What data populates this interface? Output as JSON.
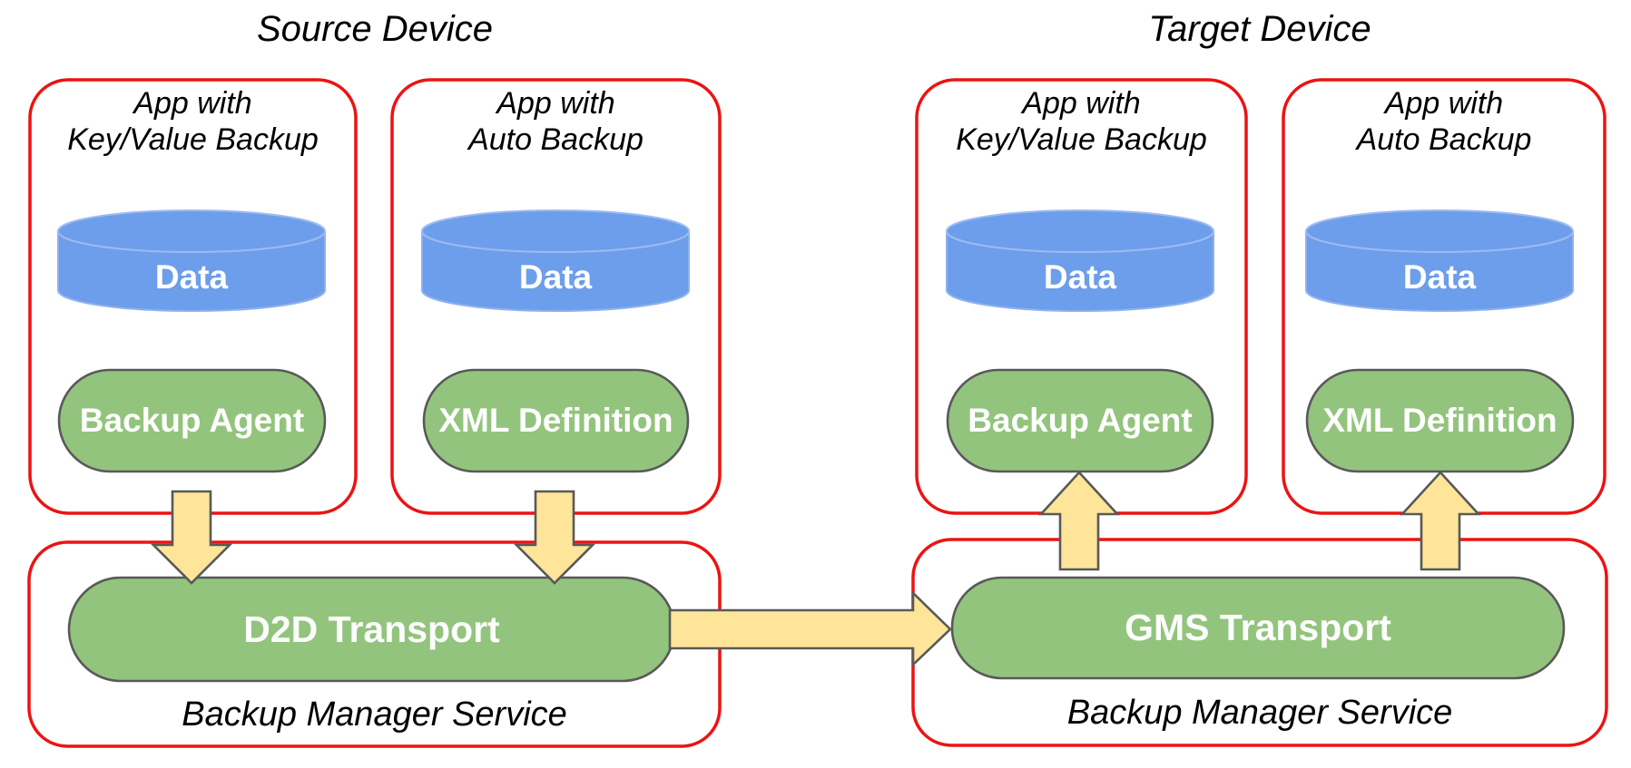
{
  "source": {
    "title": "Source Device",
    "apps": [
      {
        "line1": "App with",
        "line2": "Key/Value Backup",
        "data": "Data",
        "component": "Backup Agent"
      },
      {
        "line1": "App with",
        "line2": "Auto Backup",
        "data": "Data",
        "component": "XML Definition"
      }
    ],
    "service": {
      "transport": "D2D Transport",
      "name": "Backup Manager Service"
    }
  },
  "target": {
    "title": "Target Device",
    "apps": [
      {
        "line1": "App with",
        "line2": "Key/Value Backup",
        "data": "Data",
        "component": "Backup Agent"
      },
      {
        "line1": "App with",
        "line2": "Auto Backup",
        "data": "Data",
        "component": "XML Definition"
      }
    ],
    "service": {
      "transport": "GMS Transport",
      "name": "Backup Manager Service"
    }
  },
  "colors": {
    "dashed_border": "#ec1313",
    "cylinder_fill": "#6d9eeb",
    "component_fill": "#93c47d",
    "component_border": "#595959",
    "arrow_fill": "#ffe599",
    "text_on_fill": "#ffffff",
    "text_dark": "#000000"
  }
}
